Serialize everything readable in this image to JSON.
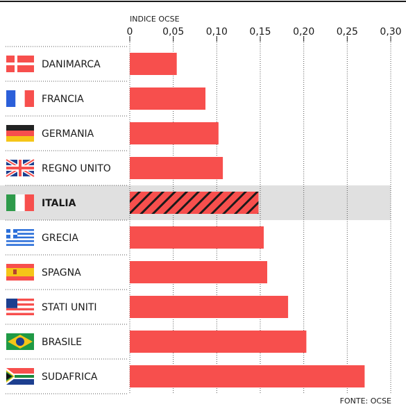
{
  "chart_data": {
    "type": "bar",
    "orientation": "horizontal",
    "axis_title": "INDICE OCSE",
    "source": "FONTE: OCSE",
    "categories": [
      "DANIMARCA",
      "FRANCIA",
      "GERMANIA",
      "REGNO UNITO",
      "ITALIA",
      "GRECIA",
      "SPAGNA",
      "STATI UNITI",
      "BRASILE",
      "SUDAFRICA"
    ],
    "values": [
      0.054,
      0.087,
      0.102,
      0.107,
      0.148,
      0.154,
      0.158,
      0.182,
      0.203,
      0.27
    ],
    "highlight": "ITALIA",
    "xlim": [
      0,
      0.3
    ],
    "ticks": [
      0,
      0.05,
      0.1,
      0.15,
      0.2,
      0.25,
      0.3
    ],
    "tick_labels": [
      "0",
      "0,05",
      "0,10",
      "0,15",
      "0,20",
      "0,25",
      "0,30"
    ],
    "bar_color": "#f74f4d",
    "highlight_band_color": "#e0e0e0",
    "grid": true,
    "flags": [
      "flag-denmark",
      "flag-france",
      "flag-germany",
      "flag-uk",
      "flag-italy",
      "flag-greece",
      "flag-spain",
      "flag-usa",
      "flag-brazil",
      "flag-south-africa"
    ]
  }
}
